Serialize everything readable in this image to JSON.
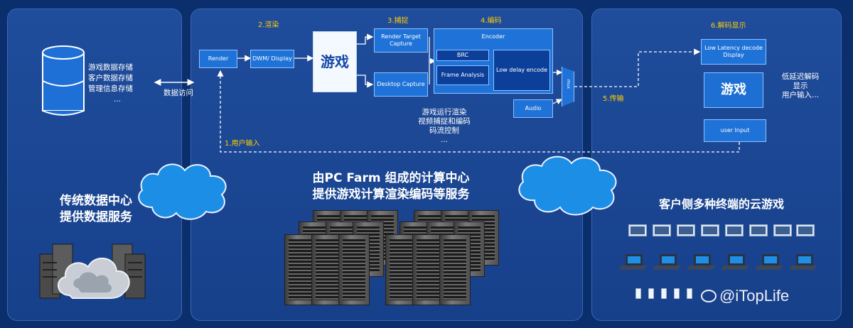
{
  "left": {
    "storage_lines": [
      "游戏数据存储",
      "客户数据存储",
      "管理信息存储",
      "..."
    ],
    "data_access": "数据访问",
    "title_lines": [
      "传统数据中心",
      "提供数据服务"
    ]
  },
  "middle": {
    "steps": {
      "render": "2.渲染",
      "capture": "3.捕捉",
      "encode": "4.编码",
      "input": "1.用户输入"
    },
    "boxes": {
      "render": "Render",
      "dwm": "DWM/ Display",
      "game": "游戏",
      "rtc": "Render Target Capture",
      "desktop": "Desktop Capture",
      "encoder": "Encoder",
      "brc": "BRC",
      "frame": "Frame Analysis",
      "lowdelay": "Low delay encode",
      "audio": "Audio",
      "mux": "mux"
    },
    "desc_lines": [
      "游戏运行渲染",
      "视频捕捉和编码",
      "码流控制",
      "..."
    ],
    "title_lines": [
      "由PC Farm 组成的计算中心",
      "提供游戏计算渲染编码等服务"
    ]
  },
  "transfer_step": "5.传输",
  "right": {
    "step": "6.解码显示",
    "boxes": {
      "decode": "Low Latency decode Display",
      "game": "游戏",
      "input": "user Input"
    },
    "desc_lines": [
      "低延迟解码",
      "显示",
      "用户输入..."
    ],
    "title": "客户侧多种终端的云游戏"
  },
  "watermark": "@iTopLife"
}
